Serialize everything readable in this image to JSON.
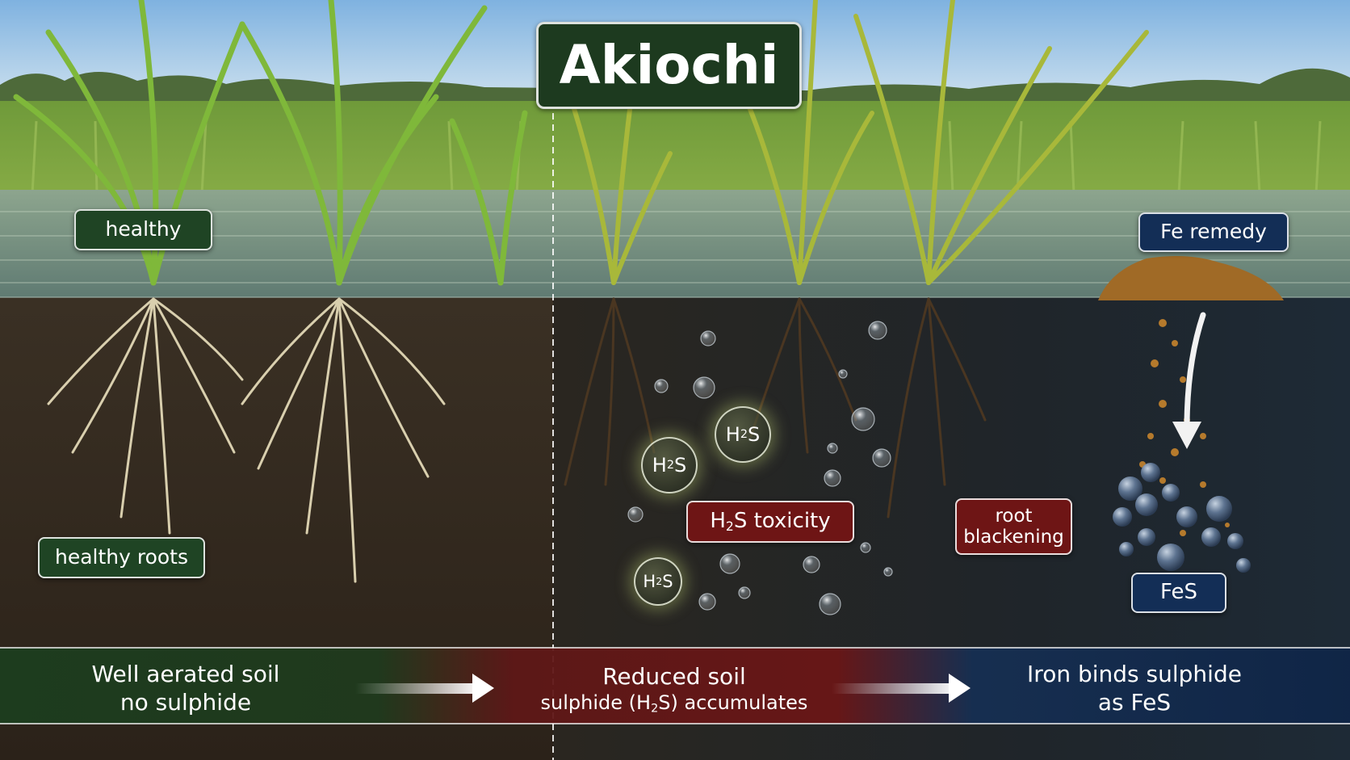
{
  "title": "Akiochi",
  "labels": {
    "healthy": "healthy",
    "healthy_roots": "healthy roots",
    "fe_remedy": "Fe remedy",
    "h2s_toxicity_pre": "H",
    "h2s_toxicity_sub": "2",
    "h2s_toxicity_post": "S toxicity",
    "root_blackening_line1": "root",
    "root_blackening_line2": "blackening",
    "fes": "FeS"
  },
  "h2s_bubble": {
    "pre": "H",
    "sub": "2",
    "post": "S"
  },
  "band": {
    "stage1_line1": "Well aerated soil",
    "stage1_line2": "no sulphide",
    "stage2_line1": "Reduced soil",
    "stage2_line2_pre": "sulphide (H",
    "stage2_line2_sub": "2",
    "stage2_line2_post": "S) accumulates",
    "stage3_line1": "Iron binds sulphide",
    "stage3_line2": "as FeS"
  },
  "colors": {
    "healthy_green": "#1f4424",
    "toxicity_red": "#6e1515",
    "remedy_blue": "#132e56"
  }
}
